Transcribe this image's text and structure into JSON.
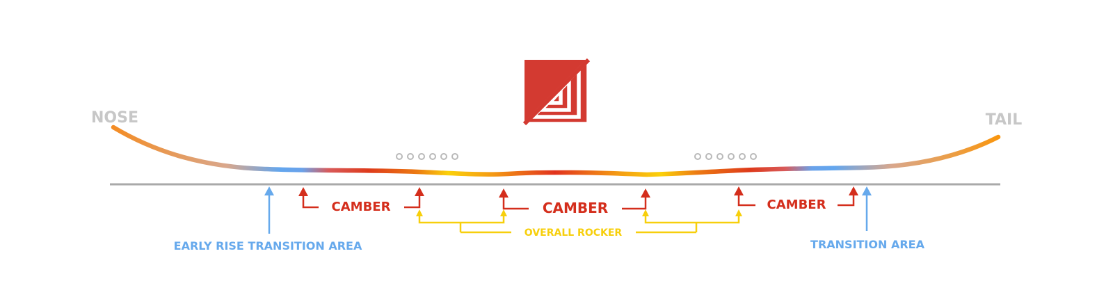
{
  "labels": {
    "nose": "NOSE",
    "tail": "TAIL",
    "camber": "CAMBER",
    "overall_rocker": "OVERALL ROCKER",
    "early_rise_transition": "EARLY RISE TRANSITION AREA",
    "transition": "TRANSITION AREA"
  },
  "colors": {
    "camber_red": "#d42e1c",
    "rocker_yellow": "#f7cf0c",
    "transition_blue": "#66a9ec",
    "nose_tail_gray": "#c7c7c7",
    "baseline_gray": "#a9a9a9",
    "profile_orange": "#f39a28",
    "logo_red": "#d33a31"
  },
  "icons": {
    "logo": "brand-triangle-logo",
    "insert_dots": "binding-insert-dots-icon"
  }
}
